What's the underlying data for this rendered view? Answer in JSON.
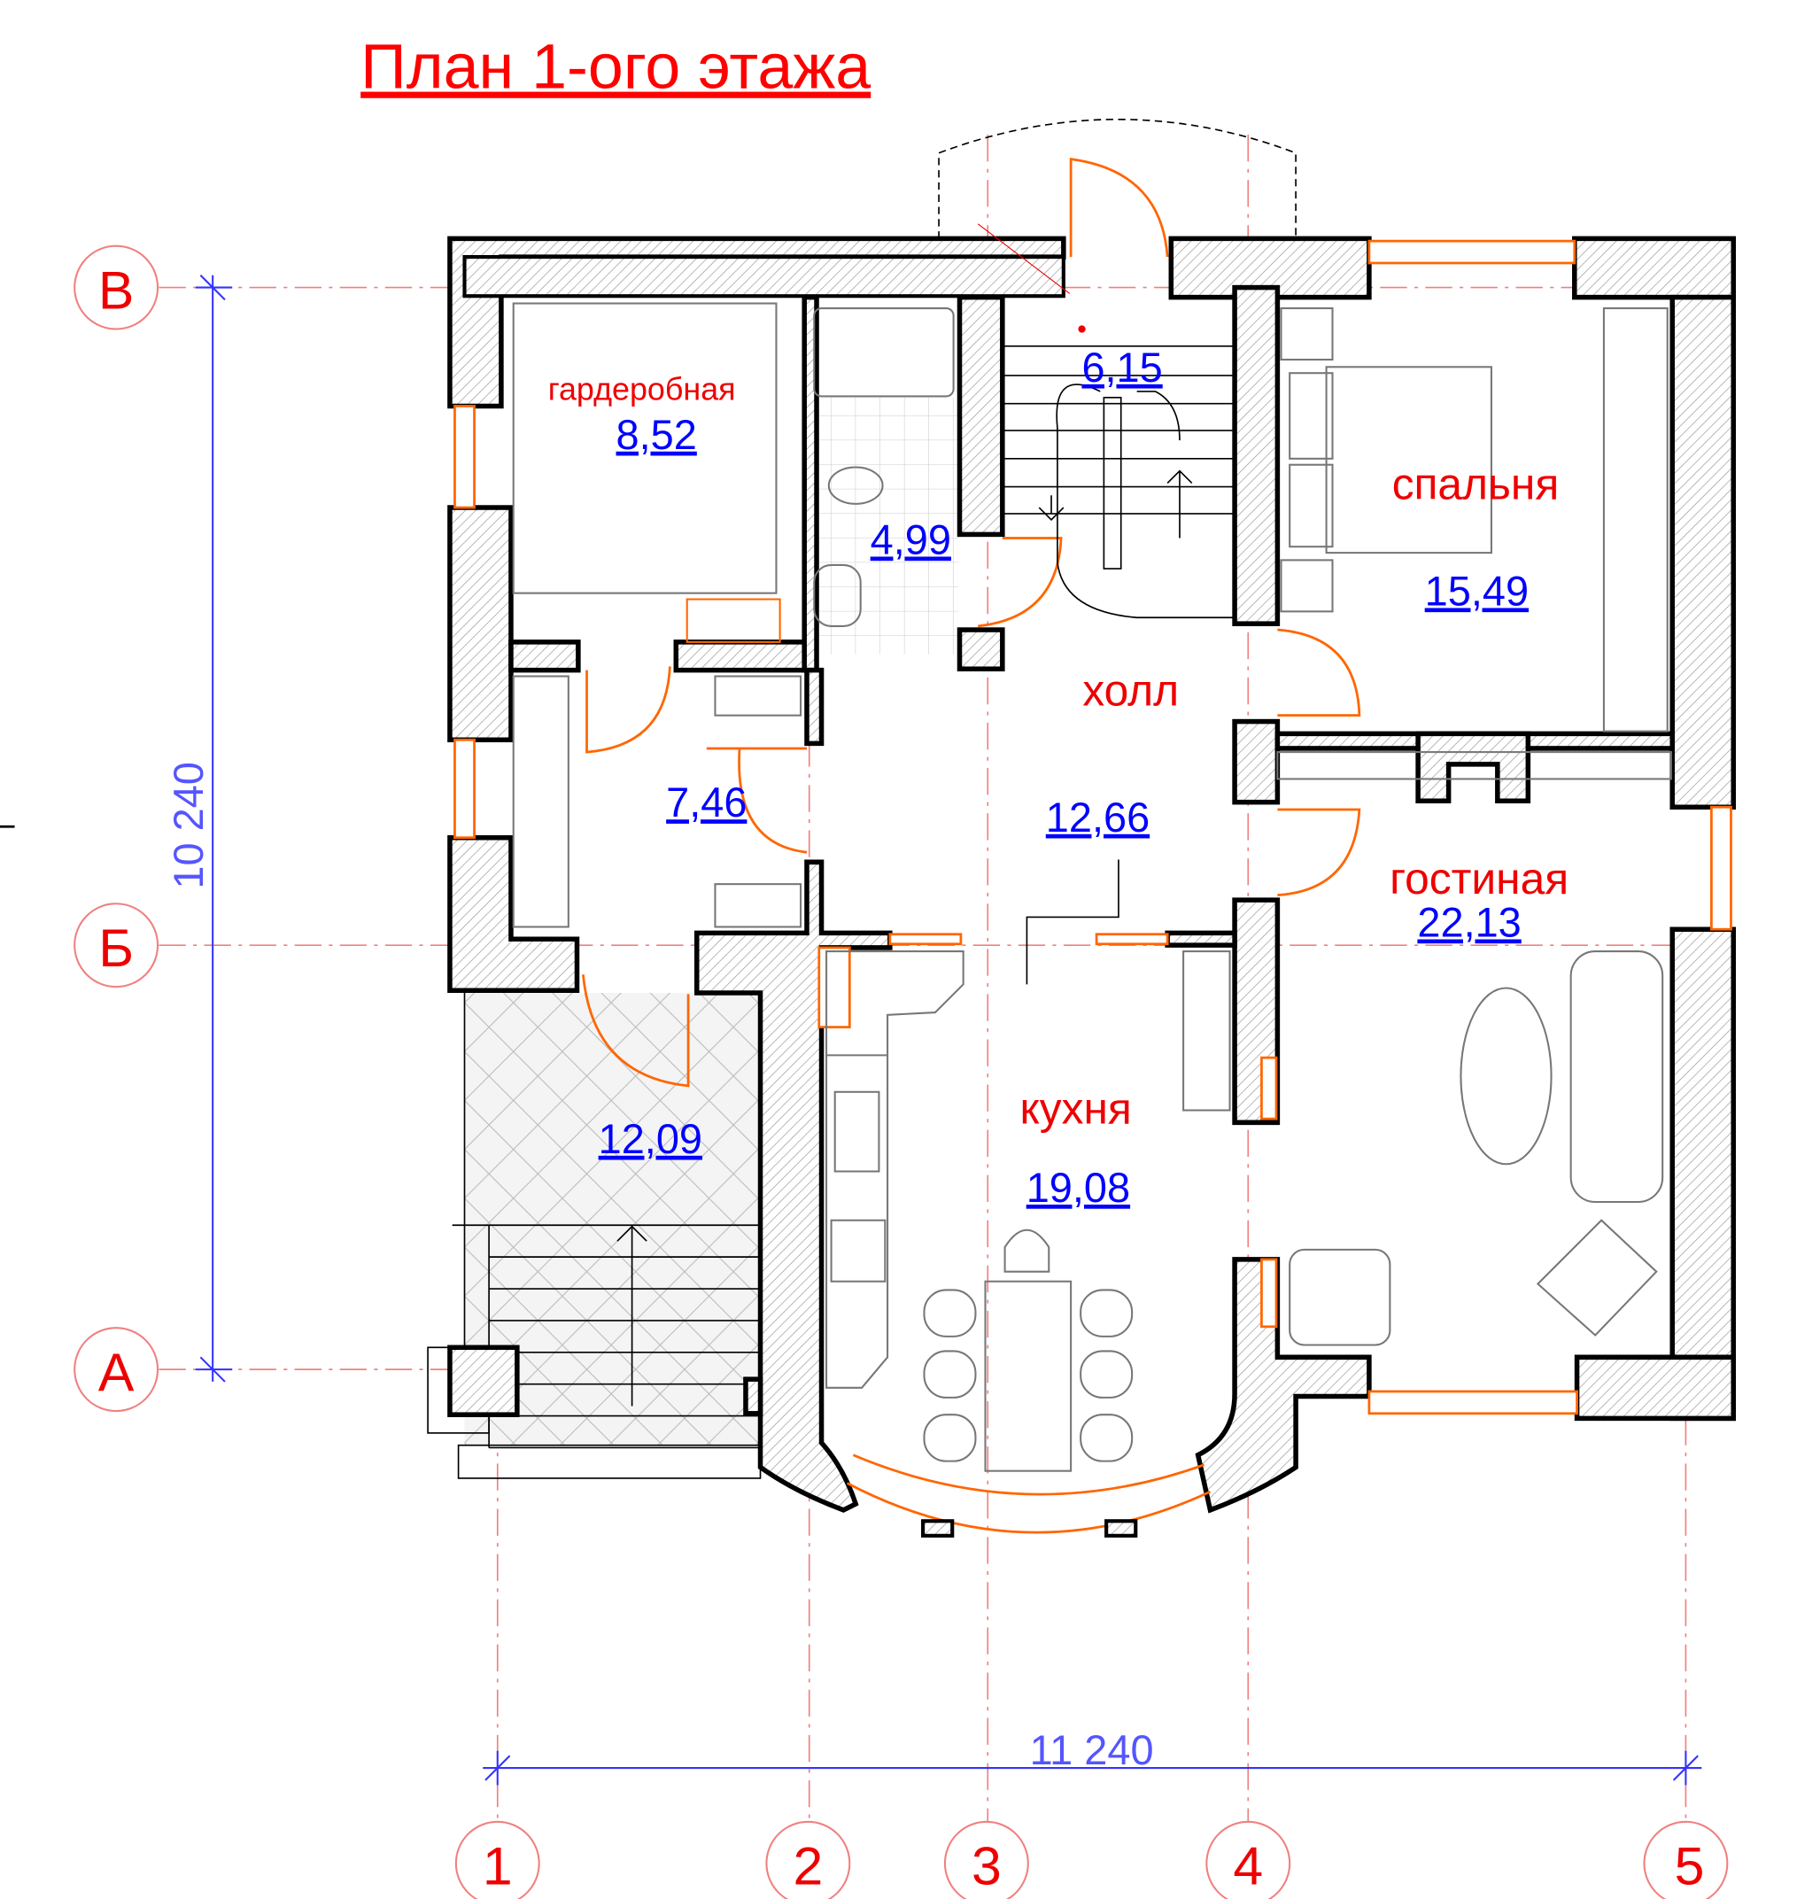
{
  "title": "План 1-ого этажа",
  "rooms": {
    "wardrobe": {
      "name": "гардеробная",
      "area": "8,52"
    },
    "bathroom": {
      "area": "4,99"
    },
    "stairs": {
      "area": "6,15"
    },
    "bedroom": {
      "name": "спальня",
      "area": "15,49"
    },
    "hall": {
      "name": "холл",
      "area": "12,66"
    },
    "corridor": {
      "area": "7,46"
    },
    "living": {
      "name": "гостиная",
      "area": "22,13"
    },
    "kitchen": {
      "name": "кухня",
      "area": "19,08"
    },
    "porch": {
      "area": "12,09"
    }
  },
  "axes": {
    "rows": [
      "В",
      "Б",
      "А"
    ],
    "cols": [
      "1",
      "2",
      "3",
      "4",
      "5"
    ]
  },
  "dimensions": {
    "vertical": "10 240",
    "horizontal": "11 240"
  },
  "colors": {
    "title": "#ff0000",
    "area": "#0000ff",
    "dimension": "#3333ff",
    "door": "#ff6600"
  }
}
